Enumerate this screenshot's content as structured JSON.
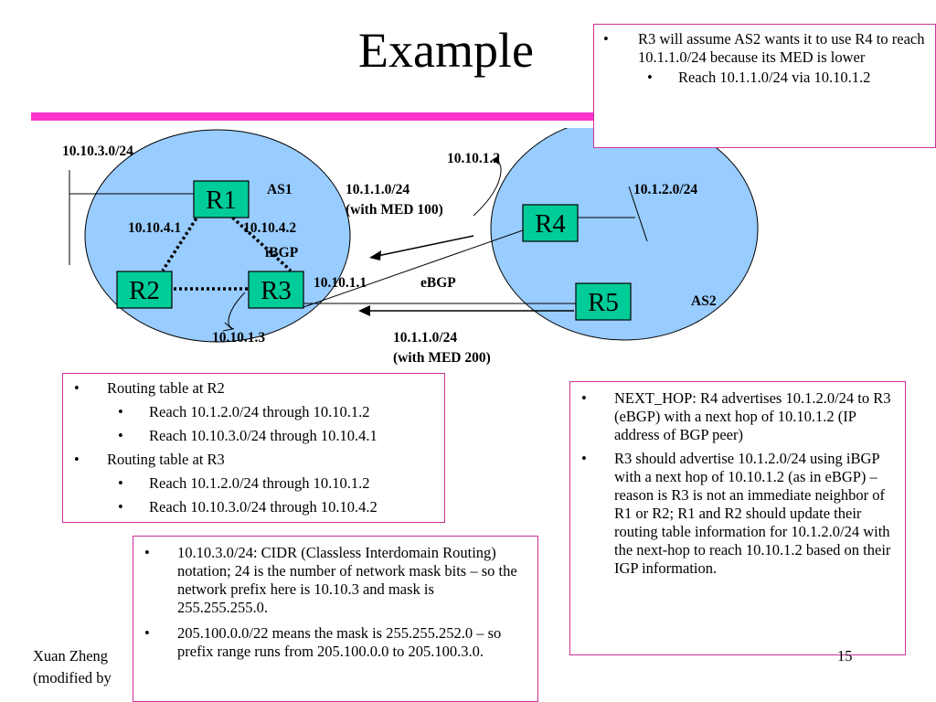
{
  "slide": {
    "title": "Example",
    "page_number": "15",
    "author_lines": [
      "Xuan Zheng",
      "(modified by"
    ]
  },
  "top_note": {
    "bullets": [
      {
        "text": "R3 will assume AS2 wants it to use R4 to reach 10.1.1.0/24 because its MED is lower",
        "sub": [
          {
            "text": "Reach 10.1.1.0/24 via 10.10.1.2"
          }
        ]
      }
    ]
  },
  "diagram": {
    "routers": [
      "R1",
      "R2",
      "R3",
      "R4",
      "R5"
    ],
    "labels": {
      "net_10_10_3": "10.10.3.0/24",
      "as1": "AS1",
      "as2": "AS2",
      "r1_left_ip": "10.10.4.1",
      "r1_right_ip": "10.10.4.2",
      "ibgp": "iBGP",
      "r3_ip": "10.10.1.1",
      "ebgp": "eBGP",
      "r2_ip": "10.10.1.3",
      "r4_ip": "10.10.1.2",
      "net_10_1_2": "10.1.2.0/24",
      "adv_top_prefix": "10.1.1.0/24",
      "adv_top_med": "(with MED 100)",
      "adv_bottom_prefix": "10.1.1.0/24",
      "adv_bottom_med": "(with MED 200)"
    },
    "colors": {
      "as_fill": "#99ccff",
      "router_fill": "#00cc99",
      "accent": "#ff33cc"
    }
  },
  "routing_box": {
    "bullets": [
      {
        "text": "Routing table at R2",
        "sub": [
          {
            "text": "Reach 10.1.2.0/24 through 10.10.1.2"
          },
          {
            "text": "Reach 10.10.3.0/24 through 10.10.4.1"
          }
        ]
      },
      {
        "text": "Routing table at R3",
        "sub": [
          {
            "text": "Reach 10.1.2.0/24 through 10.10.1.2"
          },
          {
            "text": "Reach 10.10.3.0/24 through 10.10.4.2"
          }
        ]
      }
    ]
  },
  "cidr_box": {
    "bullets": [
      {
        "text": "10.10.3.0/24: CIDR (Classless Interdomain Routing) notation; 24 is the number of network mask bits – so the network prefix here is 10.10.3 and mask is 255.255.255.0."
      },
      {
        "text": "205.100.0.0/22 means the mask is 255.255.252.0 – so prefix range runs from 205.100.0.0 to 205.100.3.0."
      }
    ]
  },
  "nexthop_box": {
    "bullets": [
      {
        "text": "NEXT_HOP: R4 advertises 10.1.2.0/24  to R3 (eBGP) with a next hop of 10.10.1.2 (IP address of BGP peer)"
      },
      {
        "text": "R3 should advertise 10.1.2.0/24 using iBGP with a next hop of 10.10.1.2 (as in eBGP) – reason is R3 is not an immediate neighbor of R1 or R2; R1 and R2 should update their routing table information for 10.1.2.0/24 with the next-hop to reach 10.10.1.2 based on their IGP information."
      }
    ]
  }
}
